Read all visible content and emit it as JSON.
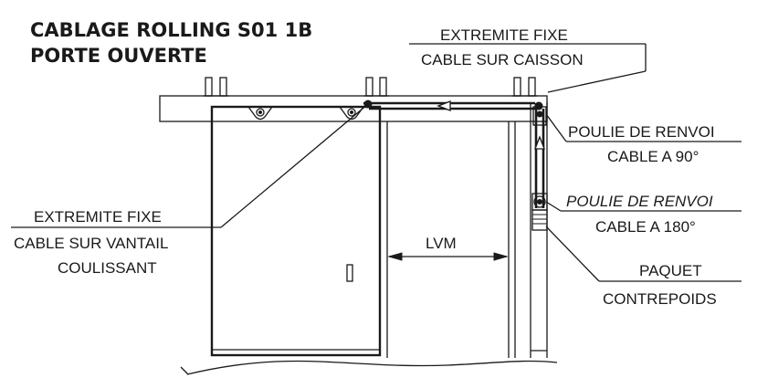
{
  "title": {
    "line1": "CABLAGE ROLLING S01 1B",
    "line2": "PORTE OUVERTE"
  },
  "labels": {
    "fixed_end_housing": {
      "line1": "EXTREMITE FIXE",
      "line2": "CABLE SUR CAISSON"
    },
    "pulley_90": {
      "line1": "POULIE DE RENVOI",
      "line2": "CABLE A 90°"
    },
    "pulley_180": {
      "line1": "POULIE DE RENVOI",
      "line2": "CABLE A 180°"
    },
    "counterweight": {
      "line1": "PAQUET",
      "line2": "CONTREPOIDS"
    },
    "fixed_end_leaf": {
      "line1": "EXTREMITE FIXE",
      "line2": "CABLE SUR VANTAIL",
      "line3": "COULISSANT"
    },
    "lvm": "LVM"
  }
}
